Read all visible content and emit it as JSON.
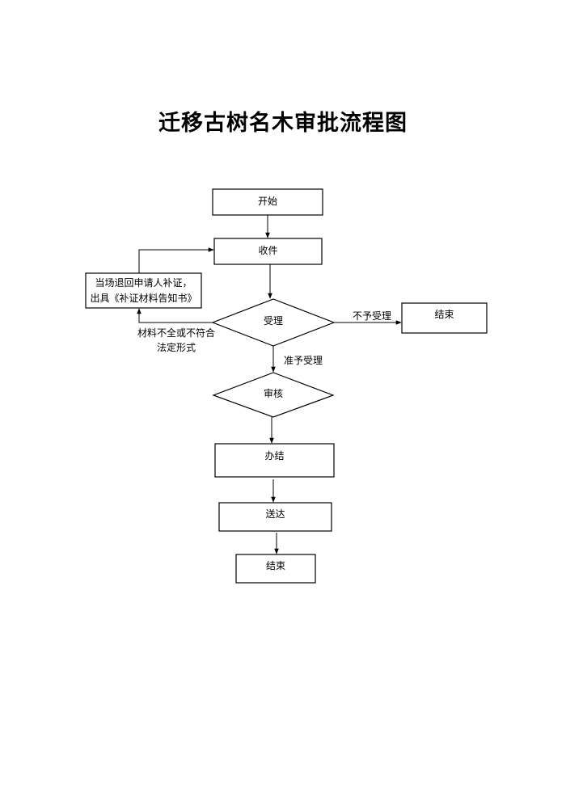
{
  "title": "迁移古树名木审批流程图",
  "nodes": {
    "start": "开始",
    "receive": "收件",
    "return_line1": "当场退回申请人补证，",
    "return_line2": "出具《补证材料告知书》",
    "accept": "受理",
    "end_reject": "结束",
    "review": "审核",
    "complete": "办结",
    "deliver": "送达",
    "end": "结束"
  },
  "edges": {
    "not_accept": "不予受理",
    "incomplete_line1": "材料不全或不符合",
    "incomplete_line2": "法定形式",
    "approve_accept": "准予受理"
  }
}
